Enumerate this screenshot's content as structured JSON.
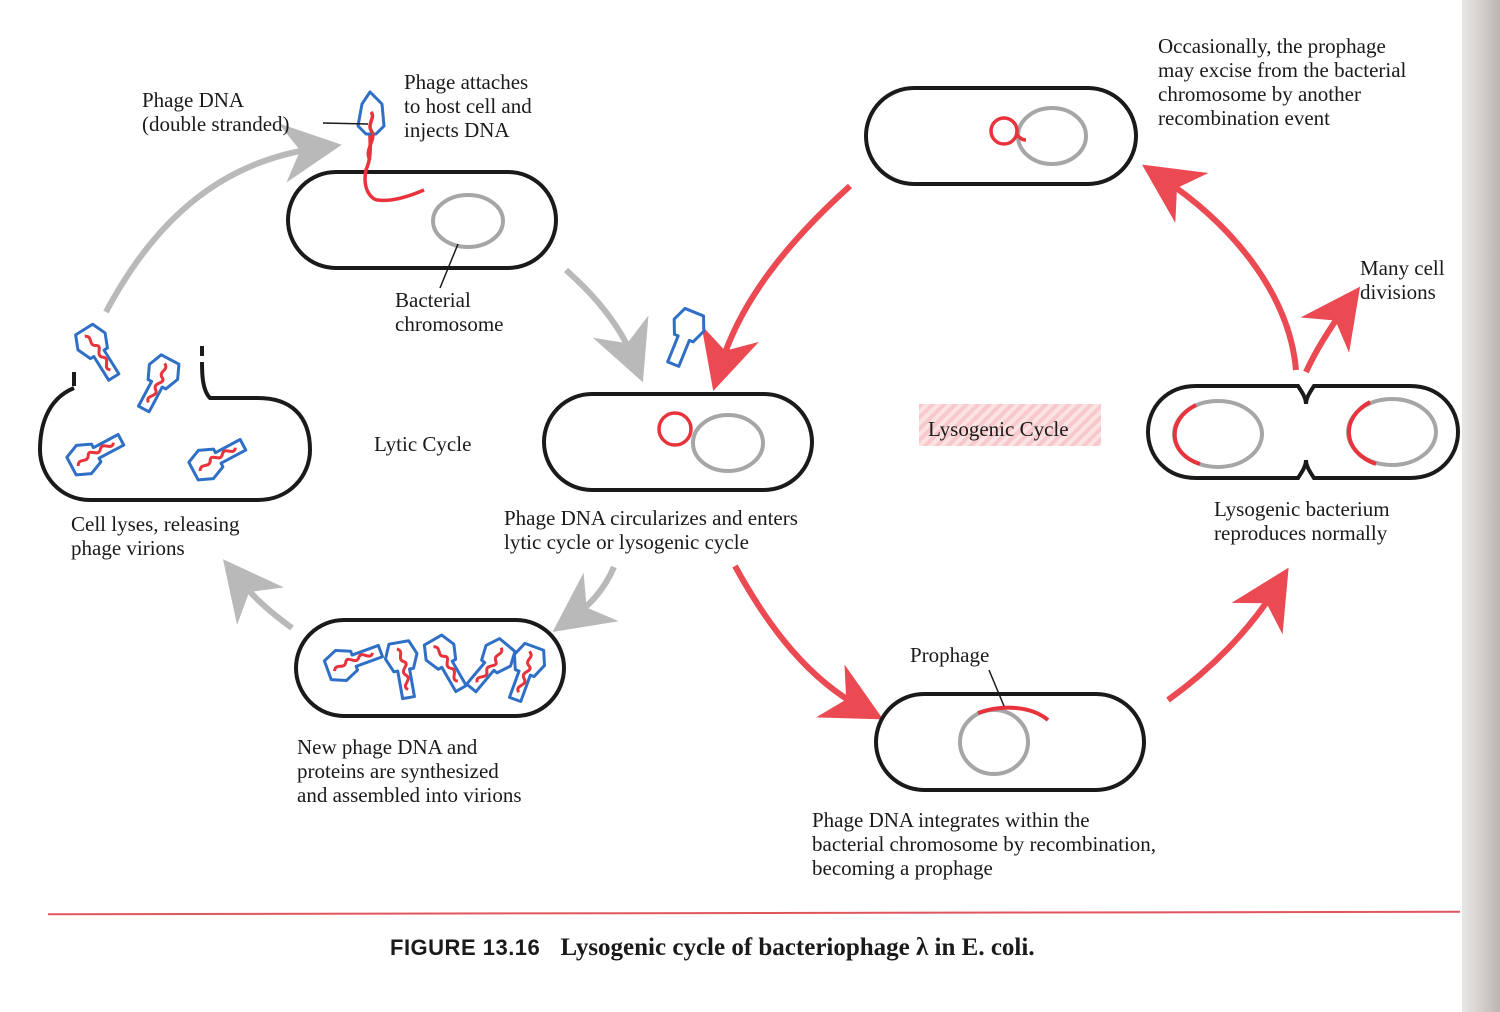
{
  "figure": {
    "number": "FIGURE 13.16",
    "title": "Lysogenic cycle of bacteriophage λ in E. coli."
  },
  "cycles": {
    "lytic": "Lytic Cycle",
    "lysogenic": "Lysogenic Cycle"
  },
  "labels": {
    "phage_dna": [
      "Phage DNA",
      "(double stranded)"
    ],
    "attach": [
      "Phage attaches",
      "to host cell and",
      "injects DNA"
    ],
    "bacterial_chromosome": [
      "Bacterial",
      "chromosome"
    ],
    "cell_lyses": [
      "Cell lyses, releasing",
      "phage virions"
    ],
    "circularizes": [
      "Phage DNA circularizes and enters",
      "lytic cycle or  lysogenic cycle"
    ],
    "synthesized": [
      "New phage DNA and",
      "proteins are synthesized",
      "and assembled into virions"
    ],
    "excise": [
      "Occasionally, the prophage",
      "may excise from the bacterial",
      "chromosome by another",
      "recombination event"
    ],
    "many_divisions": [
      "Many cell",
      "divisions"
    ],
    "reproduces": [
      "Lysogenic bacterium",
      "reproduces normally"
    ],
    "prophage": "Prophage",
    "integrates": [
      "Phage DNA integrates within the",
      "bacterial chromosome by recombination,",
      "becoming a prophage"
    ]
  },
  "colors": {
    "cell_outline": "#1a1a1a",
    "chromosome": "#a6a6a6",
    "phage_dna": "#e8333c",
    "phage_coat": "#2f6fc6",
    "lytic_arrow": "#b9b9b9",
    "lysogenic_arrow": "#ec4a52"
  }
}
